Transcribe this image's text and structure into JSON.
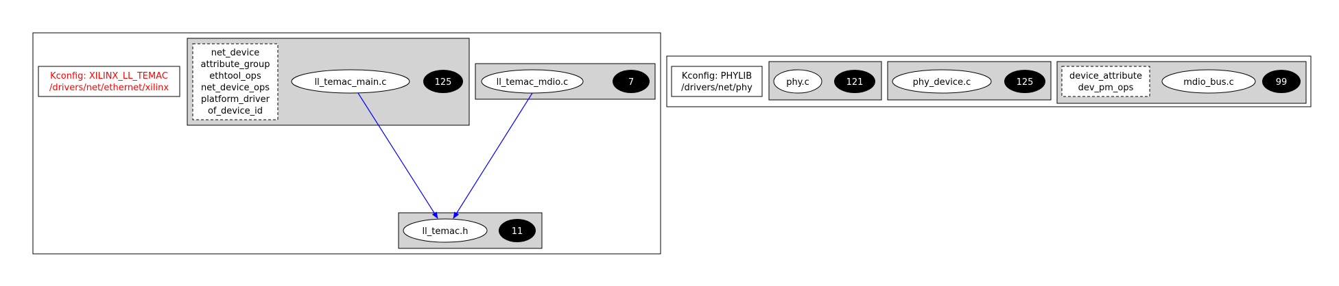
{
  "colors": {
    "group_fill": "#d3d3d3",
    "edge": "#0000ff",
    "kconfig_highlight": "#ff0000",
    "count_fill": "#000000"
  },
  "left": {
    "kconfig": {
      "line1": "Kconfig: XILINX_LL_TEMAC",
      "line2": "/drivers/net/ethernet/xilinx"
    },
    "main": {
      "structs": [
        "net_device",
        "attribute_group",
        "ethtool_ops",
        "net_device_ops",
        "platform_driver",
        "of_device_id"
      ],
      "file": "ll_temac_main.c",
      "count": "125"
    },
    "mdio": {
      "file": "ll_temac_mdio.c",
      "count": "7"
    },
    "header": {
      "file": "ll_temac.h",
      "count": "11"
    }
  },
  "right": {
    "kconfig": {
      "line1": "Kconfig: PHYLIB",
      "line2": "/drivers/net/phy"
    },
    "phy": {
      "file": "phy.c",
      "count": "121"
    },
    "phy_device": {
      "file": "phy_device.c",
      "count": "125"
    },
    "mdio_bus": {
      "structs": [
        "device_attribute",
        "dev_pm_ops"
      ],
      "file": "mdio_bus.c",
      "count": "99"
    }
  }
}
